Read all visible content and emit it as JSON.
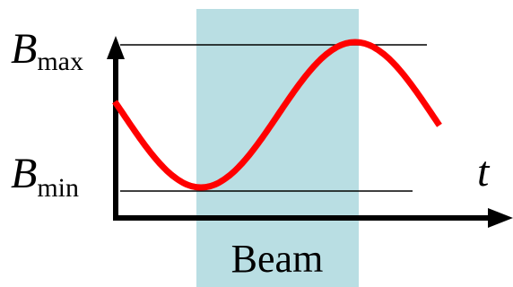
{
  "labels": {
    "bmax_main": "B",
    "bmax_sub": "max",
    "bmin_main": "B",
    "bmin_sub": "min",
    "t_axis": "t",
    "beam": "Beam"
  },
  "colors": {
    "beam_band": "#b9dee3",
    "curve": "#ff0000",
    "axes": "#000000",
    "reference_lines": "#000000"
  },
  "curve": {
    "shape": "sinusoid",
    "minimum_label": "B_min",
    "maximum_label": "B_max"
  }
}
